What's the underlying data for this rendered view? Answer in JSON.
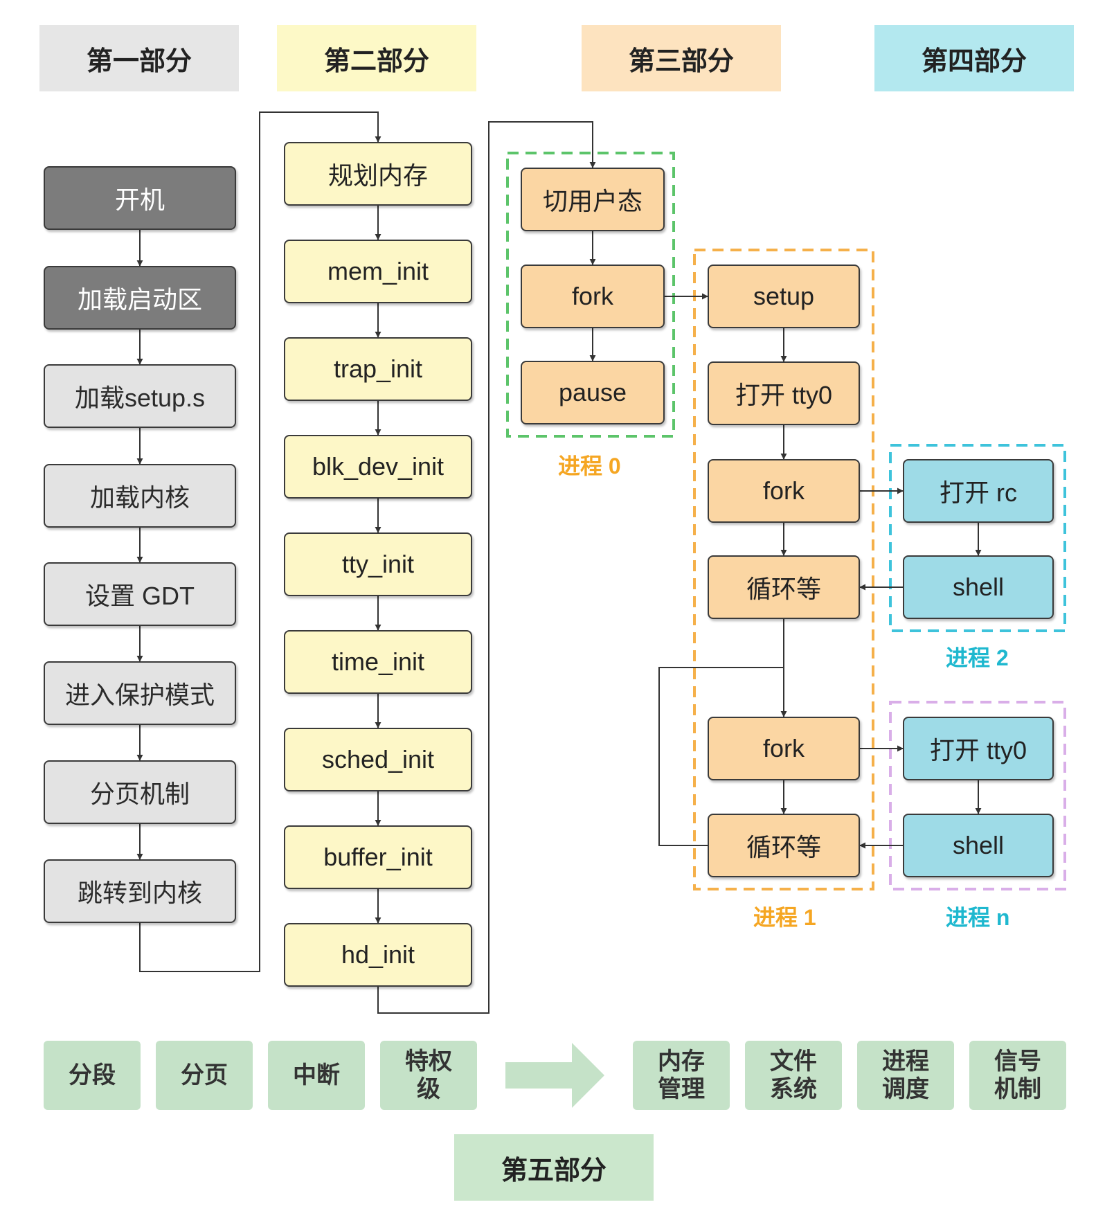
{
  "headers": {
    "part1": "第一部分",
    "part2": "第二部分",
    "part3": "第三部分",
    "part4": "第四部分",
    "part5": "第五部分"
  },
  "column1": [
    "开机",
    "加载启动区",
    "加载setup.s",
    "加载内核",
    "设置 GDT",
    "进入保护模式",
    "分页机制",
    "跳转到内核"
  ],
  "column2": [
    "规划内存",
    "mem_init",
    "trap_init",
    "blk_dev_init",
    "tty_init",
    "time_init",
    "sched_init",
    "buffer_init",
    "hd_init"
  ],
  "process0": {
    "label": "进程 0",
    "nodes": [
      "切用户态",
      "fork",
      "pause"
    ]
  },
  "process1": {
    "label": "进程 1",
    "nodes": [
      "setup",
      "打开 tty0",
      "fork",
      "循环等",
      "fork",
      "循环等"
    ]
  },
  "process2": {
    "label": "进程 2",
    "nodes": [
      "打开 rc",
      "shell"
    ]
  },
  "processN": {
    "label": "进程 n",
    "nodes": [
      "打开 tty0",
      "shell"
    ]
  },
  "bottom_left": [
    "分段",
    "分页",
    "中断",
    "特权\n级"
  ],
  "bottom_right": [
    "内存\n管理",
    "文件\n系统",
    "进程\n调度",
    "信号\n机制"
  ],
  "colors": {
    "dashed_process0": "#5cc46a",
    "dashed_process1": "#f5b04a",
    "dashed_process2": "#3ec3db",
    "dashed_processN": "#d9aee8",
    "label_orange": "#f5a623",
    "label_cyan": "#1fb8cf",
    "big_arrow": "#c5e2c8"
  }
}
